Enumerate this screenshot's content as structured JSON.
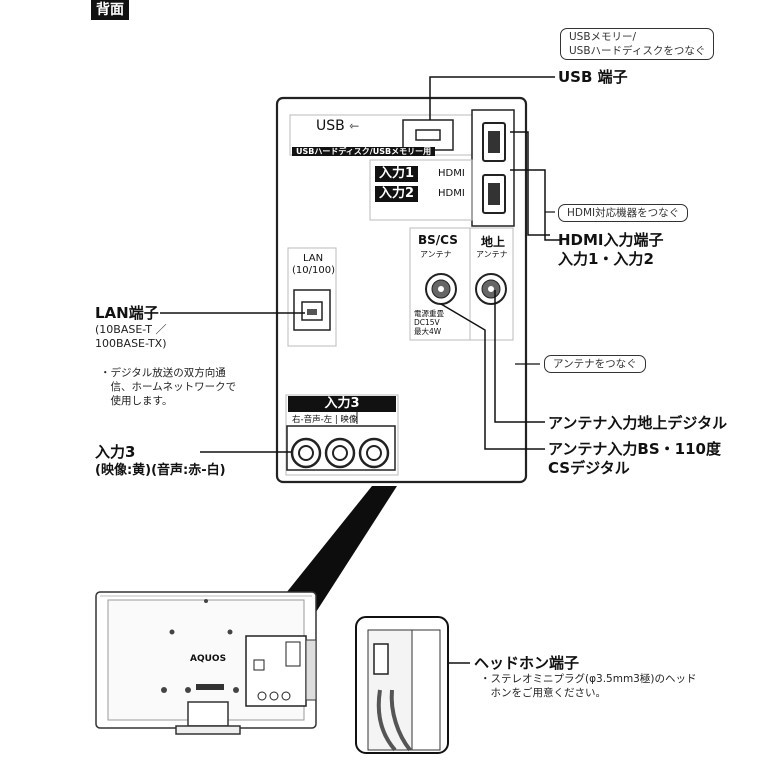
{
  "header": {
    "title": "背面"
  },
  "panel": {
    "usb_title": "USB",
    "usb_sub": "USBハードディスク/USBメモリー用",
    "input1": "入力1",
    "input2": "入力2",
    "hdmi": "HDMI",
    "lan_label": "LAN",
    "lan_speed": "(10/100)",
    "bs_cs": "BS/CS",
    "chijou": "地上",
    "antenna": "アンテナ",
    "power_spec": [
      "電源重畳",
      "DC15V",
      "最大4W"
    ],
    "input3": "入力3",
    "input3_sub": "右-音声-左 | 映像"
  },
  "callouts": {
    "usb_box": [
      "USBメモリー/",
      "USBハードディスクをつなぐ"
    ],
    "usb_label": "USB 端子",
    "hdmi_box": "HDMI対応機器をつなぐ",
    "hdmi_label": [
      "HDMI入力端子",
      "入力1・入力2"
    ],
    "lan_label": "LAN端子",
    "lan_sub": [
      "(10BASE-T ／",
      "100BASE-TX)"
    ],
    "lan_note": [
      "・デジタル放送の双方向通",
      "　信、ホームネットワークで",
      "　使用します。"
    ],
    "antenna_box": "アンテナをつなぐ",
    "antenna_terrestrial": "アンテナ入力地上デジタル",
    "antenna_bs": [
      "アンテナ入力BS・110度",
      "CSデジタル"
    ],
    "input3_label": [
      "入力3",
      "(映像:黄)(音声:赤-白)"
    ],
    "headphone_label": "ヘッドホン端子",
    "headphone_note": [
      "・ステレオミニプラグ(φ3.5mm3極)のヘッド",
      "　ホンをご用意ください。"
    ]
  },
  "tv": {
    "brand": "AQUOS"
  }
}
